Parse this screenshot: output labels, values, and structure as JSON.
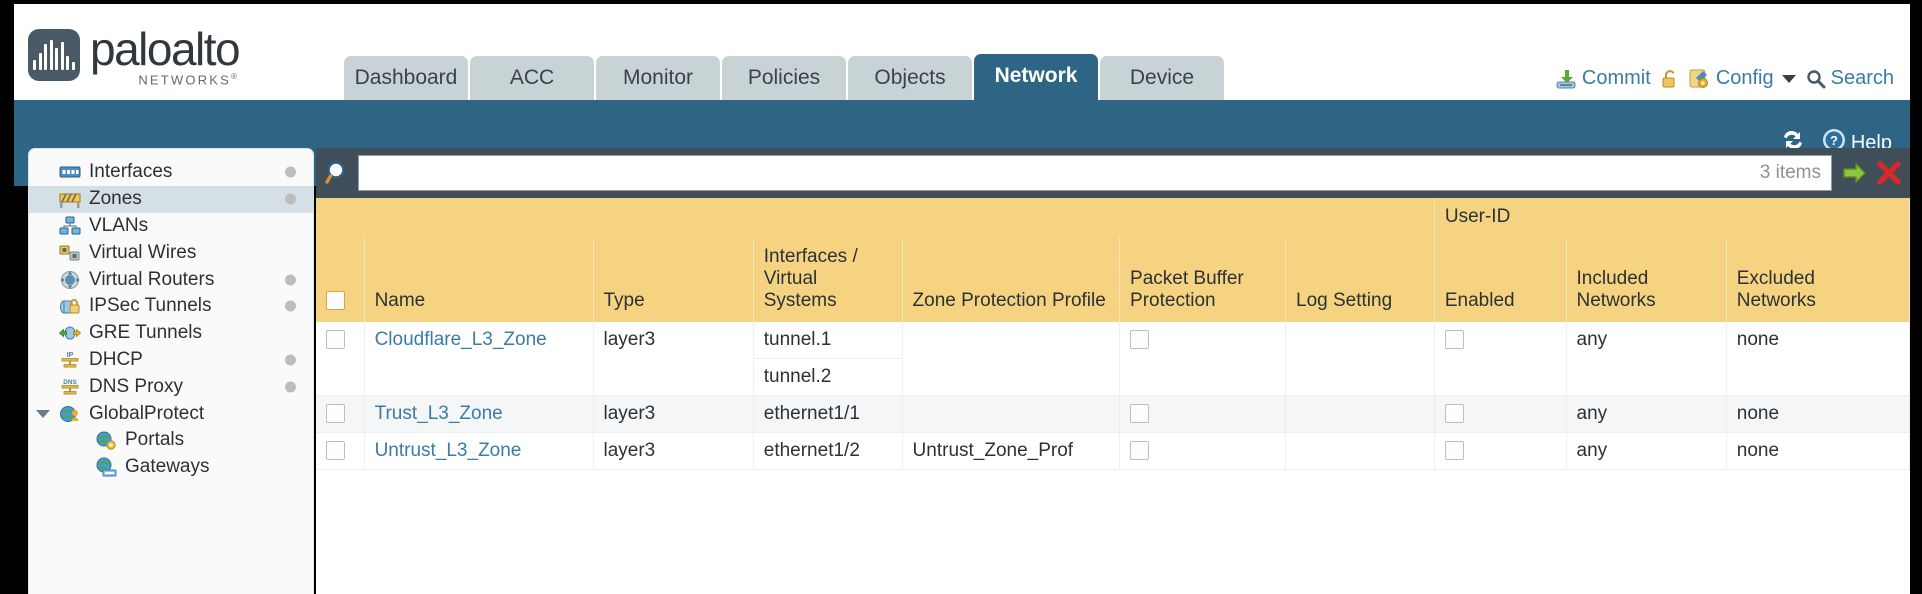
{
  "brand": {
    "name": "paloalto",
    "tagline": "NETWORKS",
    "registered": "®"
  },
  "nav": {
    "tabs": [
      {
        "label": "Dashboard",
        "active": false
      },
      {
        "label": "ACC",
        "active": false
      },
      {
        "label": "Monitor",
        "active": false
      },
      {
        "label": "Policies",
        "active": false
      },
      {
        "label": "Objects",
        "active": false
      },
      {
        "label": "Network",
        "active": true
      },
      {
        "label": "Device",
        "active": false
      }
    ]
  },
  "top_actions": {
    "commit": "Commit",
    "config": "Config",
    "search": "Search"
  },
  "blue_bar": {
    "help": "Help"
  },
  "sidebar": {
    "items": [
      {
        "label": "Interfaces",
        "icon": "interfaces-icon",
        "selected": false,
        "dot": true,
        "child": false,
        "caret": false
      },
      {
        "label": "Zones",
        "icon": "zones-icon",
        "selected": true,
        "dot": true,
        "child": false,
        "caret": false
      },
      {
        "label": "VLANs",
        "icon": "vlans-icon",
        "selected": false,
        "dot": false,
        "child": false,
        "caret": false
      },
      {
        "label": "Virtual Wires",
        "icon": "virtual-wires-icon",
        "selected": false,
        "dot": false,
        "child": false,
        "caret": false
      },
      {
        "label": "Virtual Routers",
        "icon": "virtual-routers-icon",
        "selected": false,
        "dot": true,
        "child": false,
        "caret": false
      },
      {
        "label": "IPSec Tunnels",
        "icon": "ipsec-tunnels-icon",
        "selected": false,
        "dot": true,
        "child": false,
        "caret": false
      },
      {
        "label": "GRE Tunnels",
        "icon": "gre-tunnels-icon",
        "selected": false,
        "dot": false,
        "child": false,
        "caret": false
      },
      {
        "label": "DHCP",
        "icon": "dhcp-icon",
        "selected": false,
        "dot": true,
        "child": false,
        "caret": false
      },
      {
        "label": "DNS Proxy",
        "icon": "dns-proxy-icon",
        "selected": false,
        "dot": true,
        "child": false,
        "caret": false
      },
      {
        "label": "GlobalProtect",
        "icon": "globalprotect-icon",
        "selected": false,
        "dot": false,
        "child": false,
        "caret": true
      },
      {
        "label": "Portals",
        "icon": "portals-icon",
        "selected": false,
        "dot": false,
        "child": true,
        "caret": false
      },
      {
        "label": "Gateways",
        "icon": "gateways-icon",
        "selected": false,
        "dot": false,
        "child": true,
        "caret": false
      }
    ]
  },
  "search": {
    "value": "",
    "placeholder": "",
    "item_count": "3 items"
  },
  "table": {
    "group_header": "User-ID",
    "columns": [
      "Name",
      "Type",
      "Interfaces / Virtual Systems",
      "Zone Protection Profile",
      "Packet Buffer Protection",
      "Log Setting",
      "Enabled",
      "Included Networks",
      "Excluded Networks"
    ],
    "rows": [
      {
        "name": "Cloudflare_L3_Zone",
        "type": "layer3",
        "interfaces": [
          "tunnel.1",
          "tunnel.2"
        ],
        "zone_protection_profile": "",
        "packet_buffer_protection": false,
        "log_setting": "",
        "userid_enabled": false,
        "included_networks": "any",
        "excluded_networks": "none"
      },
      {
        "name": "Trust_L3_Zone",
        "type": "layer3",
        "interfaces": [
          "ethernet1/1"
        ],
        "zone_protection_profile": "",
        "packet_buffer_protection": false,
        "log_setting": "",
        "userid_enabled": false,
        "included_networks": "any",
        "excluded_networks": "none"
      },
      {
        "name": "Untrust_L3_Zone",
        "type": "layer3",
        "interfaces": [
          "ethernet1/2"
        ],
        "zone_protection_profile": "Untrust_Zone_Prof",
        "packet_buffer_protection": false,
        "log_setting": "",
        "userid_enabled": false,
        "included_networks": "any",
        "excluded_networks": "none"
      }
    ]
  },
  "colors": {
    "brand_blue": "#2e6585",
    "header_amber": "#f6d380",
    "group_amber": "#e8bc5c",
    "link_blue": "#3a7ca5",
    "panel_dark": "#3f4e59"
  }
}
